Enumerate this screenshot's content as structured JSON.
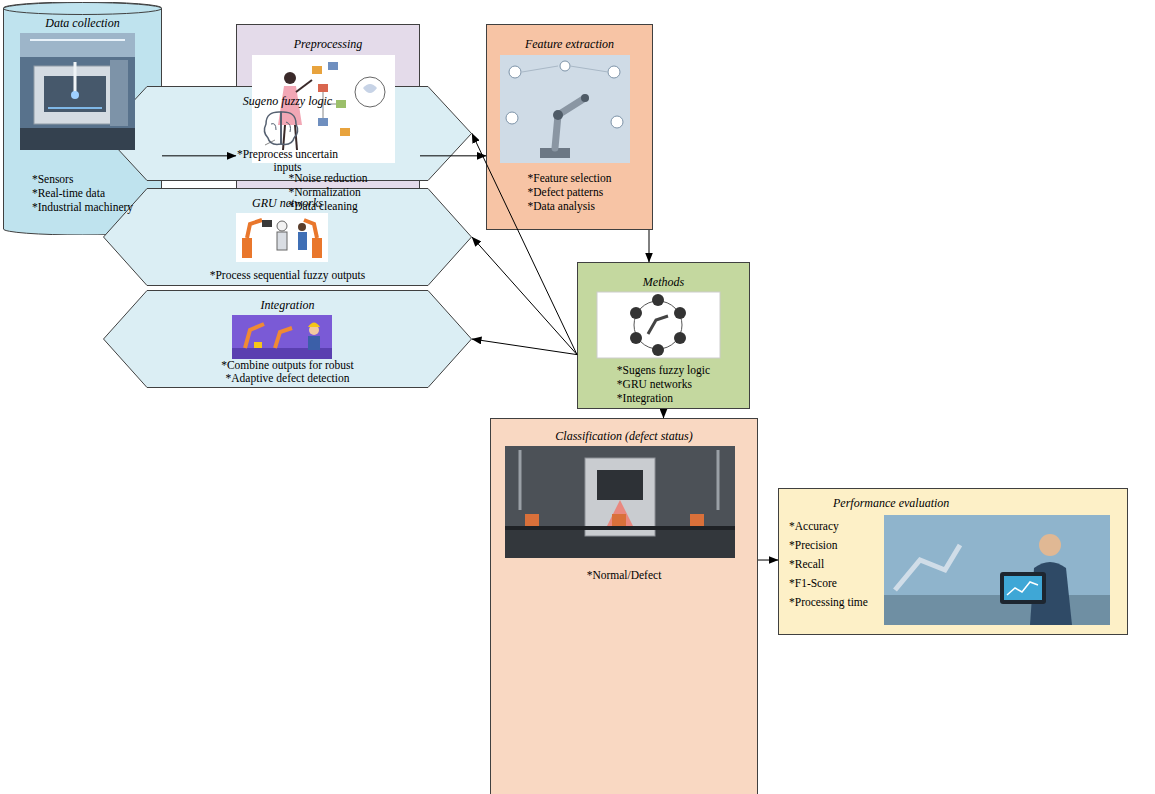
{
  "diagram": {
    "nodes": [
      {
        "text": [
          "Data collection",
          "*Sensors",
          "*Real-time data",
          "*Industrial machinery"
        ]
      },
      {
        "text": [
          "Preprocessing",
          "*Noise reduction",
          "*Normalization",
          "*Data cleaning"
        ]
      },
      {
        "text": [
          "Feature extraction",
          "*Feature selection",
          "*Defect patterns",
          "*Data analysis"
        ]
      },
      {
        "text": [
          "Methods",
          "*Sugens fuzzy logic",
          "*GRU networks",
          "*Integration"
        ]
      },
      {
        "text": [
          "Sugeno fuzzy logic",
          "*Preprocess uncertain inputs"
        ]
      },
      {
        "text": [
          "GRU networks",
          "*Process sequential fuzzy outputs"
        ]
      },
      {
        "text": [
          "Integration",
          "*Combine outputs for robust",
          "*Adaptive defect detection"
        ]
      },
      {
        "text": [
          "Classification (defect status)",
          "*Normal/Defect"
        ]
      },
      {
        "text": [
          "Performance evaluation",
          "*Accuracy",
          "*Precision",
          "*Recall",
          "*F1-Score",
          "*Processing time"
        ]
      }
    ],
    "edges": [
      {
        "from": 0,
        "to": 1,
        "arrow": "to"
      },
      {
        "from": 1,
        "to": 2,
        "arrow": "to"
      },
      {
        "from": 2,
        "to": 3,
        "arrow": "to"
      },
      {
        "from": 3,
        "to": 4,
        "arrow": "to"
      },
      {
        "from": 3,
        "to": 5,
        "arrow": "to"
      },
      {
        "from": 3,
        "to": 6,
        "arrow": "to"
      },
      {
        "from": 3,
        "to": 7,
        "arrow": "to"
      },
      {
        "from": 7,
        "to": 8,
        "arrow": "to"
      }
    ]
  }
}
